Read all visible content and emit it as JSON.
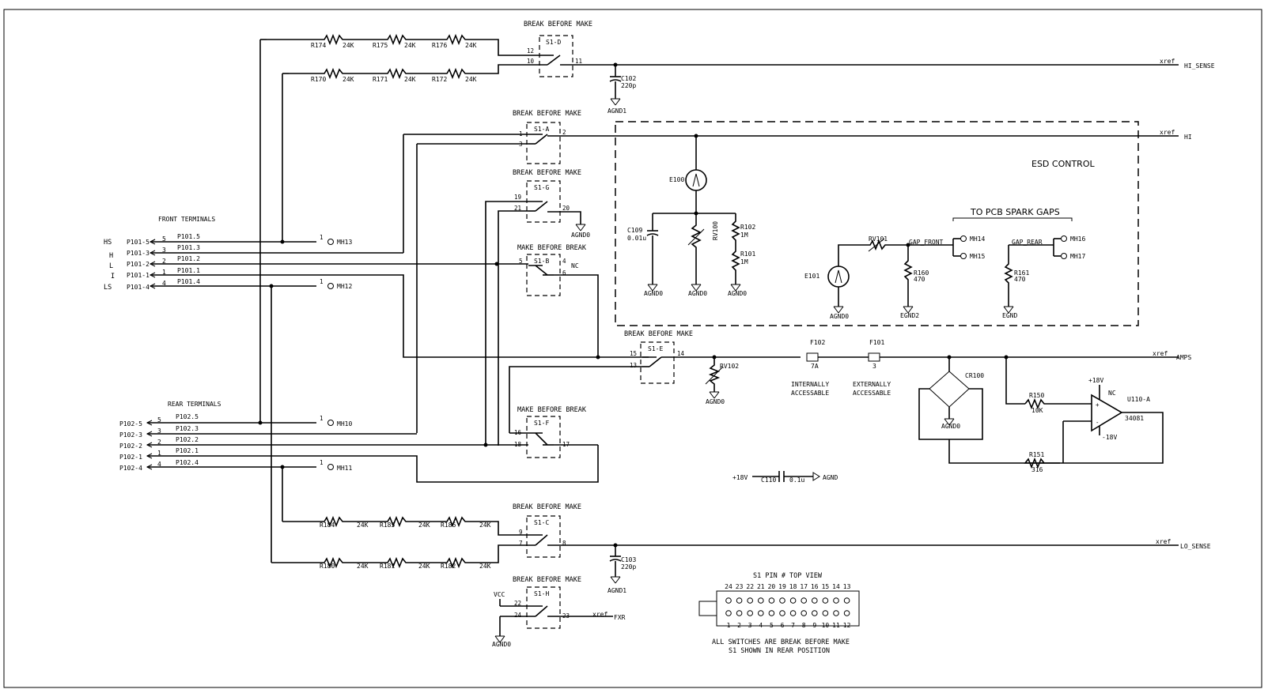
{
  "sheet": {
    "labels": {
      "bbm": "BREAK BEFORE MAKE",
      "mbb": "MAKE BEFORE BREAK",
      "front_terminals": "FRONT TERMINALS",
      "rear_terminals": "REAR TERMINALS",
      "esd_control": "ESD CONTROL",
      "spark_gaps": "TO PCB SPARK GAPS",
      "internally": "INTERNALLY",
      "externally": "EXTERNALLY",
      "accessable": "ACCESSABLE",
      "s1_pin_view": "S1 PIN # TOP VIEW",
      "all_switches": "ALL SWITCHES ARE BREAK BEFORE MAKE",
      "s1_rear": "S1 SHOWN IN REAR POSITION",
      "nc": "NC",
      "vcc": "VCC",
      "p18v": "+18V",
      "m18v": "-18V",
      "agnd": "AGND"
    },
    "switches": {
      "s1d": "S1-D",
      "s1a": "S1-A",
      "s1g": "S1-G",
      "s1b": "S1-B",
      "s1e": "S1-E",
      "s1f": "S1-F",
      "s1c": "S1-C",
      "s1h": "S1-H"
    },
    "xrefs": {
      "hi_sense": "HI_SENSE",
      "hi": "HI",
      "amps": "AMPS",
      "lo_sense": "LO_SENSE",
      "fxr": "FXR",
      "xref": "xref"
    },
    "front": [
      {
        "tag": "HS",
        "conn": "P101-5",
        "pin": "5",
        "net": "P101.5"
      },
      {
        "tag": "",
        "conn": "P101-3",
        "pin": "3",
        "net": "P101.3"
      },
      {
        "tag": "H",
        "conn": "",
        "pin": "",
        "net": ""
      },
      {
        "tag": "L",
        "conn": "P101-2",
        "pin": "2",
        "net": "P101.2"
      },
      {
        "tag": "I",
        "conn": "P101-1",
        "pin": "1",
        "net": "P101.1"
      },
      {
        "tag": "LS",
        "conn": "P101-4",
        "pin": "4",
        "net": "P101.4"
      }
    ],
    "rear": [
      {
        "conn": "P102-5",
        "pin": "5",
        "net": "P102.5"
      },
      {
        "conn": "P102-3",
        "pin": "3",
        "net": "P102.3"
      },
      {
        "conn": "P102-2",
        "pin": "2",
        "net": "P102.2"
      },
      {
        "conn": "P102-1",
        "pin": "1",
        "net": "P102.1"
      },
      {
        "conn": "P102-4",
        "pin": "4",
        "net": "P102.4"
      }
    ],
    "mounting_holes": {
      "mh13": "MH13",
      "mh12": "MH12",
      "mh10": "MH10",
      "mh11": "MH11",
      "mh14": "MH14",
      "mh15": "MH15",
      "mh16": "MH16",
      "mh17": "MH17"
    },
    "resistors": {
      "r174": "R174",
      "r175": "R175",
      "r176": "R176",
      "r170": "R170",
      "r171": "R171",
      "r172": "R172",
      "r184": "R184",
      "r185": "R185",
      "r186": "R186",
      "r180": "R180",
      "r181": "R181",
      "r182": "R182",
      "r24k": "24K",
      "r102": "R102",
      "r101": "R101",
      "r1m": "1M",
      "r160": "R160",
      "r161": "R161",
      "r470": "470",
      "r150": "R150",
      "r10k": "10K",
      "r151": "R151",
      "r316": "316"
    },
    "caps": {
      "c102": "C102",
      "c103": "C103",
      "c220p": "220p",
      "c109": "C109",
      "c001u": "0.01u",
      "c110": "C110",
      "c01u": "0.1u"
    },
    "misc": {
      "e100": "E100",
      "e101": "E101",
      "rv100": "RV100",
      "rv101": "RV101",
      "rv102": "RV102",
      "gap_front": "GAP_FRONT",
      "gap_rear": "GAP_REAR",
      "agnd0": "AGND0",
      "agnd1": "AGND1",
      "egnd2": "EGND2",
      "egnd": "EGND",
      "f102": "F102",
      "f101": "F101",
      "f7a": "7A",
      "f3": "3",
      "cr100": "CR100",
      "u110": "U110-A",
      "u34081": "34081"
    },
    "pinrow_top": [
      "24",
      "23",
      "22",
      "21",
      "20",
      "19",
      "18",
      "17",
      "16",
      "15",
      "14",
      "13"
    ],
    "pinrow_bot": [
      "1",
      "2",
      "3",
      "4",
      "5",
      "6",
      "7",
      "8",
      "9",
      "10",
      "11",
      "12"
    ]
  }
}
